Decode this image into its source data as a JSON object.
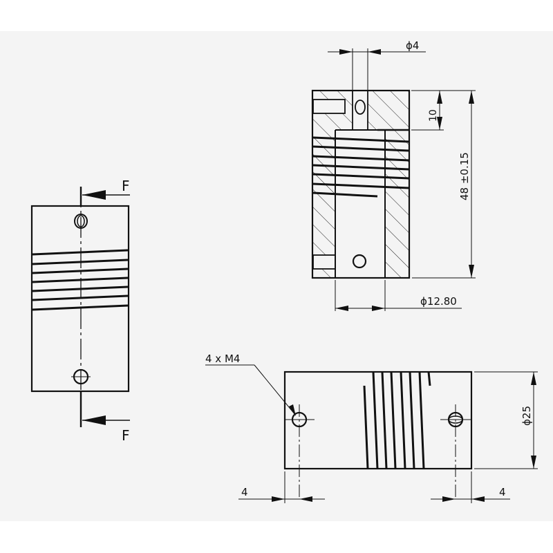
{
  "drawing": {
    "title": "Flexible beam shaft coupling - technical drawing",
    "background": "#f4f4f4",
    "line_color": "#111111"
  },
  "views": {
    "side_view_left": {
      "force_top_label": "F",
      "force_bottom_label": "F"
    },
    "section_view": {
      "bore_hole_dim": "ϕ4",
      "top_offset_dim": "10",
      "length_dim": "48 ±0.15",
      "inner_bore_dim": "ϕ12.80"
    },
    "front_view_bottom": {
      "thread_callout": "4 x M4",
      "outer_diameter_dim": "ϕ25",
      "left_edge_offset_dim": "4",
      "right_edge_offset_dim": "4"
    }
  }
}
